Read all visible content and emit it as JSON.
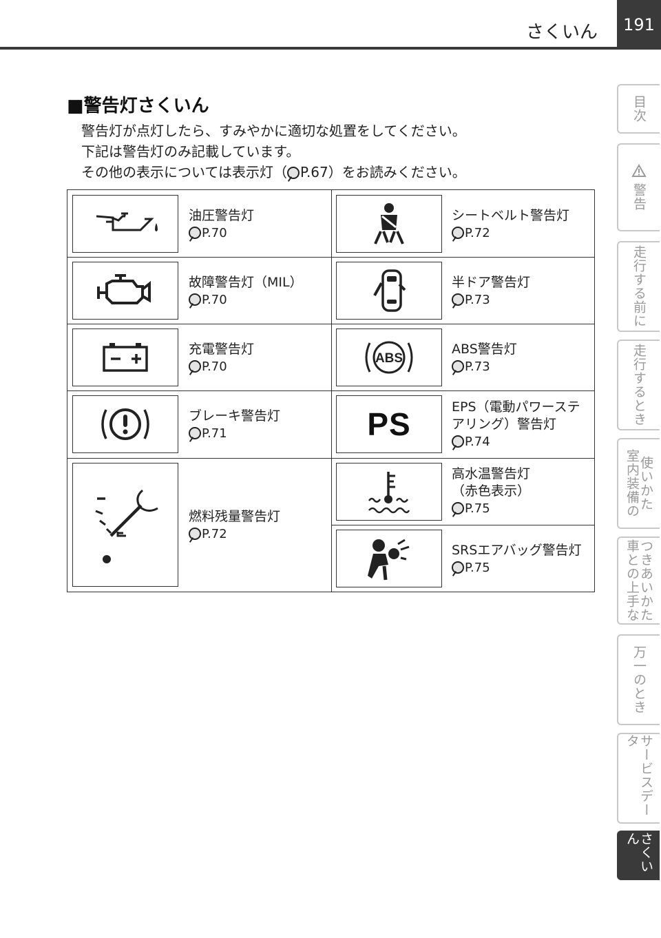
{
  "header": {
    "title": "さくいん",
    "page_number": "191"
  },
  "side_tabs": [
    {
      "label": "目次"
    },
    {
      "label": "警告",
      "icon": "warning-triangle-icon"
    },
    {
      "label": "走行する前に"
    },
    {
      "label": "走行するとき"
    },
    {
      "label": "室内装備の使いかた",
      "col1": "使いかた",
      "col2": "室内装備の"
    },
    {
      "label": "車との上手なつきあいかた",
      "col1": "つきあいかた",
      "col2": "車との上手な"
    },
    {
      "label": "万一のとき"
    },
    {
      "label": "サービスデータ"
    },
    {
      "label": "さくいん",
      "active": true
    }
  ],
  "section": {
    "title": "■警告灯さくいん",
    "intro_line1": "警告灯が点灯したら、すみやかに適切な処置をしてください。",
    "intro_line2": "下記は警告灯のみ記載しています。",
    "intro_line3_before": "その他の表示については表示灯（",
    "intro_line3_ref": "P.67",
    "intro_line3_after": "）をお読みください。"
  },
  "lights": [
    {
      "name": "油圧警告灯",
      "ref": "P.70",
      "icon": "oil-pressure-icon"
    },
    {
      "name": "シートベルト警告灯",
      "ref": "P.72",
      "icon": "seatbelt-icon"
    },
    {
      "name": "故障警告灯（MIL）",
      "ref": "P.70",
      "icon": "check-engine-icon"
    },
    {
      "name": "半ドア警告灯",
      "ref": "P.73",
      "icon": "door-ajar-icon"
    },
    {
      "name": "充電警告灯",
      "ref": "P.70",
      "icon": "battery-icon"
    },
    {
      "name": "ABS警告灯",
      "ref": "P.73",
      "icon": "abs-icon",
      "icon_text": "ABS"
    },
    {
      "name": "ブレーキ警告灯",
      "ref": "P.71",
      "icon": "brake-warning-icon"
    },
    {
      "name_line1": "EPS（電動パワーステ",
      "name_line2": "アリング）警告灯",
      "ref": "P.74",
      "icon": "power-steering-icon",
      "icon_text": "PS"
    },
    {
      "name": "燃料残量警告灯",
      "ref": "P.72",
      "icon": "fuel-gauge-icon"
    },
    {
      "name_line1": "高水温警告灯",
      "name_line2": "（赤色表示）",
      "ref": "P.75",
      "icon": "coolant-temperature-icon"
    },
    {
      "name": "SRSエアバッグ警告灯",
      "ref": "P.75",
      "icon": "airbag-icon"
    }
  ]
}
